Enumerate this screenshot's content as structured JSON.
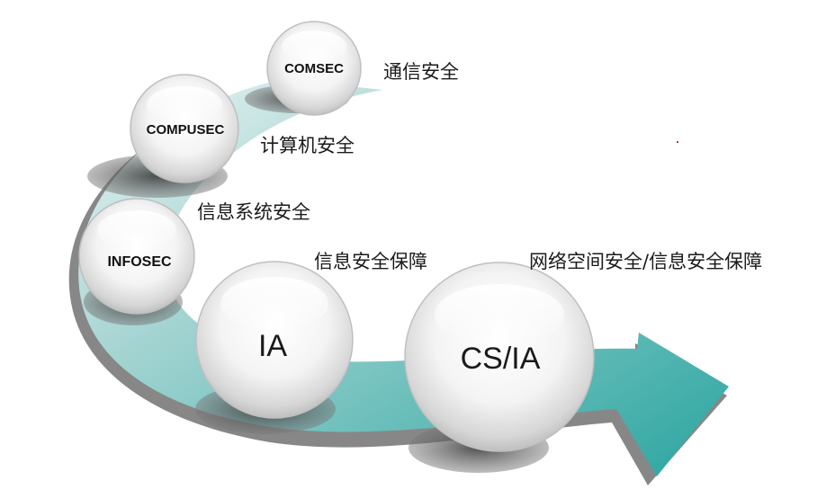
{
  "diagram": {
    "stages": [
      {
        "id": "comsec",
        "label": "COMSEC",
        "caption": "通信安全"
      },
      {
        "id": "compusec",
        "label": "COMPUSEC",
        "caption": "计算机安全"
      },
      {
        "id": "infosec",
        "label": "INFOSEC",
        "caption": "信息系统安全"
      },
      {
        "id": "ia",
        "label": "IA",
        "caption": "信息安全保障"
      },
      {
        "id": "csia",
        "label": "CS/IA",
        "caption": "网络空间安全/信息安全保障"
      }
    ]
  },
  "colors": {
    "arrow_dark": "#2aa5a0",
    "arrow_light": "#e4f3f2",
    "arrow_shadow": "#6f6f6f",
    "circle_fill": "#ececec",
    "circle_shadow": "#5a5a5a"
  }
}
